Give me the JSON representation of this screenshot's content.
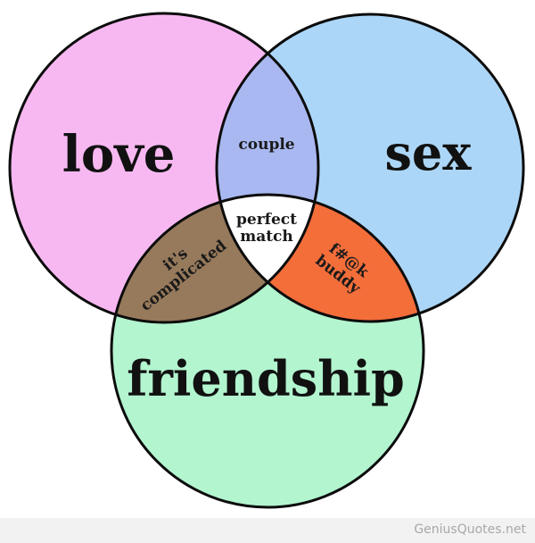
{
  "colors": {
    "love": "#f7b8f1",
    "sex": "#acd6f7",
    "friendship": "#b2f5cf",
    "couple": "#a9b8f0",
    "its_complicated": "#977a5c",
    "fak_buddy": "#f46e3a",
    "perfect_match": "#ffffff",
    "outline": "#0c0c0c"
  },
  "sets": {
    "love": "love",
    "sex": "sex",
    "friendship": "friendship"
  },
  "intersections": {
    "couple": "couple",
    "its_complicated_1": "it's",
    "its_complicated_2": "complicated",
    "fak_buddy_1": "f#@k",
    "fak_buddy_2": "buddy",
    "perfect_1": "perfect",
    "perfect_2": "match"
  },
  "footer": {
    "watermark": "GeniusQuotes.net"
  }
}
